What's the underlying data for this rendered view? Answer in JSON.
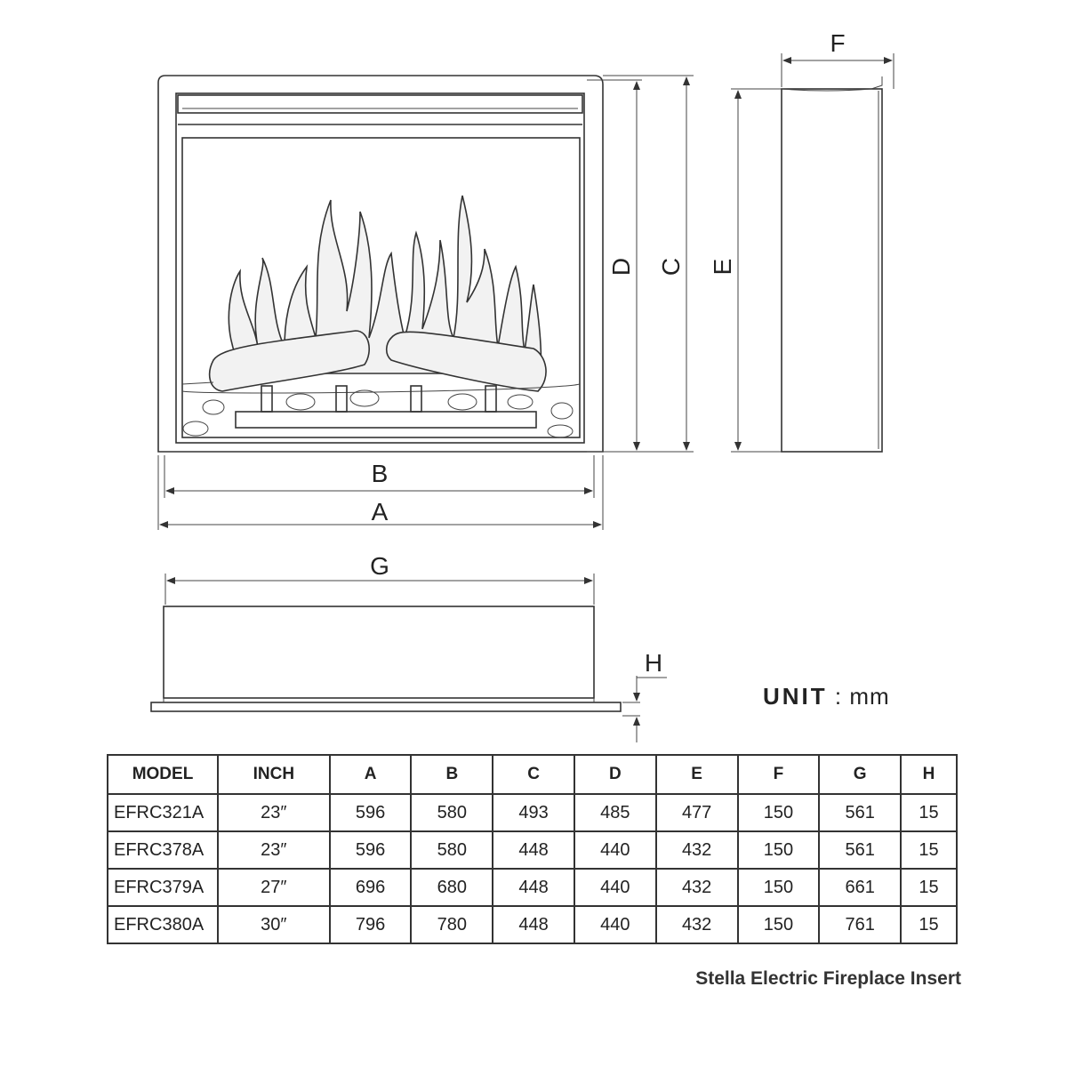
{
  "labels": {
    "A": "A",
    "B": "B",
    "C": "C",
    "D": "D",
    "E": "E",
    "F": "F",
    "G": "G",
    "H": "H"
  },
  "unit": {
    "label": "UNIT",
    "separator": ":",
    "value": "mm"
  },
  "table": {
    "headers": [
      "MODEL",
      "INCH",
      "A",
      "B",
      "C",
      "D",
      "E",
      "F",
      "G",
      "H"
    ],
    "rows": [
      [
        "EFRC321A",
        "23″",
        "596",
        "580",
        "493",
        "485",
        "477",
        "150",
        "561",
        "15"
      ],
      [
        "EFRC378A",
        "23″",
        "596",
        "580",
        "448",
        "440",
        "432",
        "150",
        "561",
        "15"
      ],
      [
        "EFRC379A",
        "27″",
        "696",
        "680",
        "448",
        "440",
        "432",
        "150",
        "661",
        "15"
      ],
      [
        "EFRC380A",
        "30″",
        "796",
        "780",
        "448",
        "440",
        "432",
        "150",
        "761",
        "15"
      ]
    ]
  },
  "caption": "Stella Electric Fireplace Insert"
}
